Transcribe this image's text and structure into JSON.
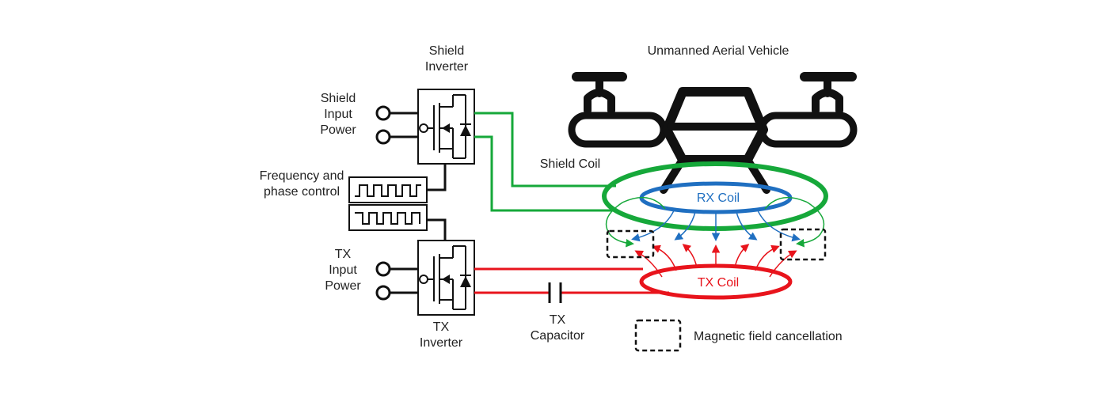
{
  "labels": {
    "uav": "Unmanned Aerial Vehicle",
    "shield_inverter_1": "Shield",
    "shield_inverter_2": "Inverter",
    "shield_input_1": "Shield",
    "shield_input_2": "Input",
    "shield_input_3": "Power",
    "freq_1": "Frequency and",
    "freq_2": "phase control",
    "tx_input_1": "TX",
    "tx_input_2": "Input",
    "tx_input_3": "Power",
    "tx_inverter_1": "TX",
    "tx_inverter_2": "Inverter",
    "shield_coil": "Shield Coil",
    "rx_coil": "RX Coil",
    "tx_coil": "TX Coil",
    "tx_capacitor_1": "TX",
    "tx_capacitor_2": "Capacitor",
    "legend": "Magnetic field cancellation"
  },
  "colors": {
    "shield": "#16a83a",
    "rx": "#1f6fc1",
    "tx": "#e8141c",
    "wire": "#111111"
  }
}
